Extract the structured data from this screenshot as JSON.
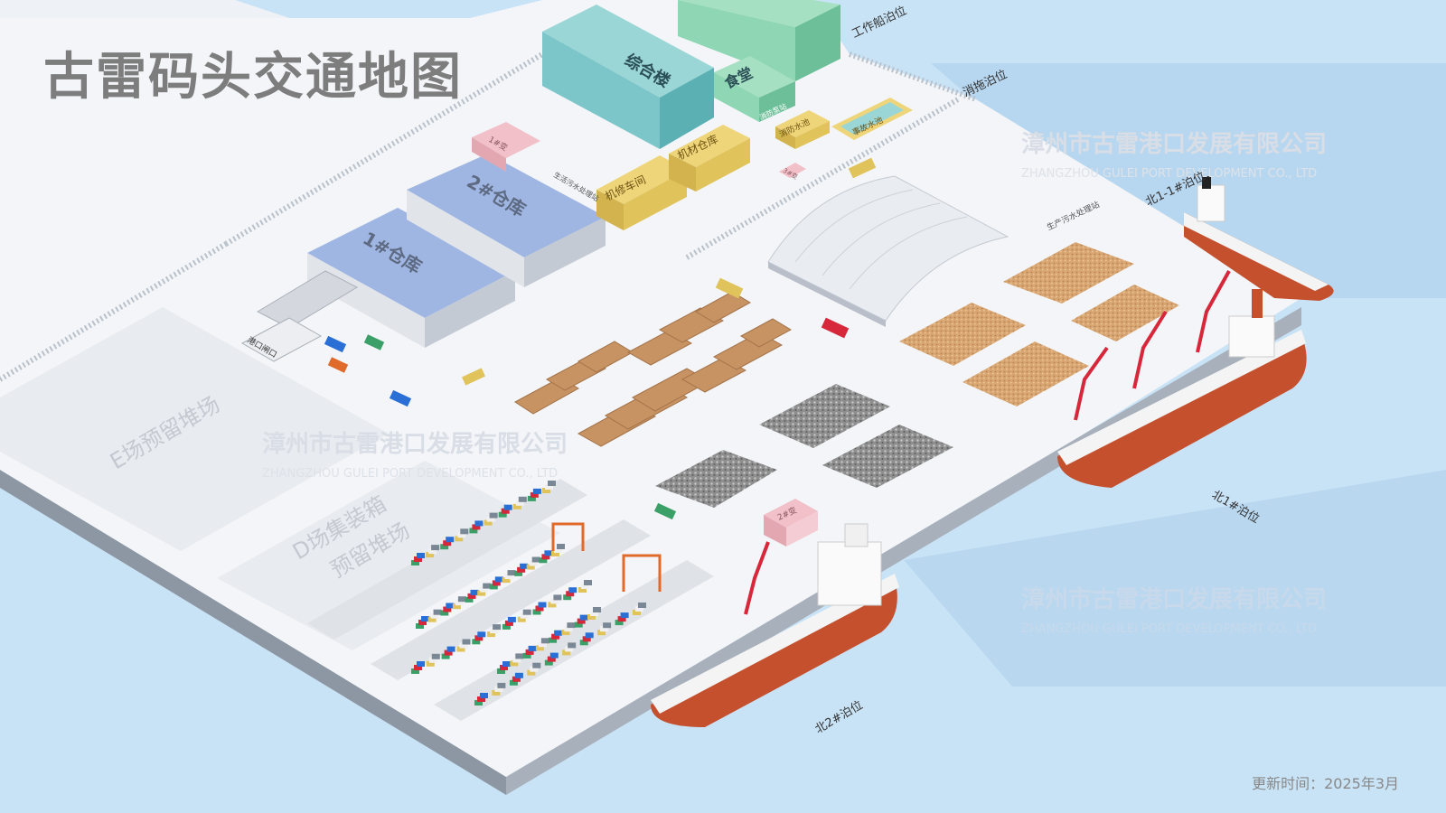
{
  "title": "古雷码头交通地图",
  "update_label": "更新时间：",
  "update_date": "2025年3月",
  "watermark": {
    "cn": "漳州市古雷港口发展有限公司",
    "en": "ZHANGZHOU GULEI PORT DEVELOPMENT CO., LTD"
  },
  "buildings": {
    "office": "综合楼",
    "canteen": "食堂",
    "fire_pump": "消防泵站",
    "fire_pool": "消防水池",
    "accident_pool": "事故水池",
    "repair_shop": "机修车间",
    "material_warehouse": "机材仓库",
    "warehouse1": "1#仓库",
    "warehouse2": "2#仓库",
    "substation1": "1#变",
    "substation2": "2#变",
    "substation3": "3#变",
    "domestic_sewage": "生活污水处理站",
    "production_sewage": "生产污水处理站",
    "gate": "港口闸口"
  },
  "yards": {
    "e_yard": "E场预留堆场",
    "d_yard_line1": "D场集装箱",
    "d_yard_line2": "预留堆场"
  },
  "berths": {
    "work_boat": "工作船泊位",
    "tug": "消拖泊位",
    "north_1_1": "北1-1#泊位",
    "north_1": "北1#泊位",
    "north_2": "北2#泊位"
  },
  "colors": {
    "sea": "#c9e3f6",
    "pier": "#f3f5f8",
    "pier_side": "#8d97a3",
    "title": "#7d7d7d",
    "office": "#7cc6c9",
    "canteen": "#8fd6b4",
    "warehouse_roof": "#9fb6e3",
    "yellow_building": "#e0c35a",
    "pink_building": "#f1c0c8",
    "crane": "#d6283a",
    "hull": "#c4502e",
    "timber": "#c79363",
    "gravel": "#9b9b9b",
    "sand": "#d7a979"
  }
}
